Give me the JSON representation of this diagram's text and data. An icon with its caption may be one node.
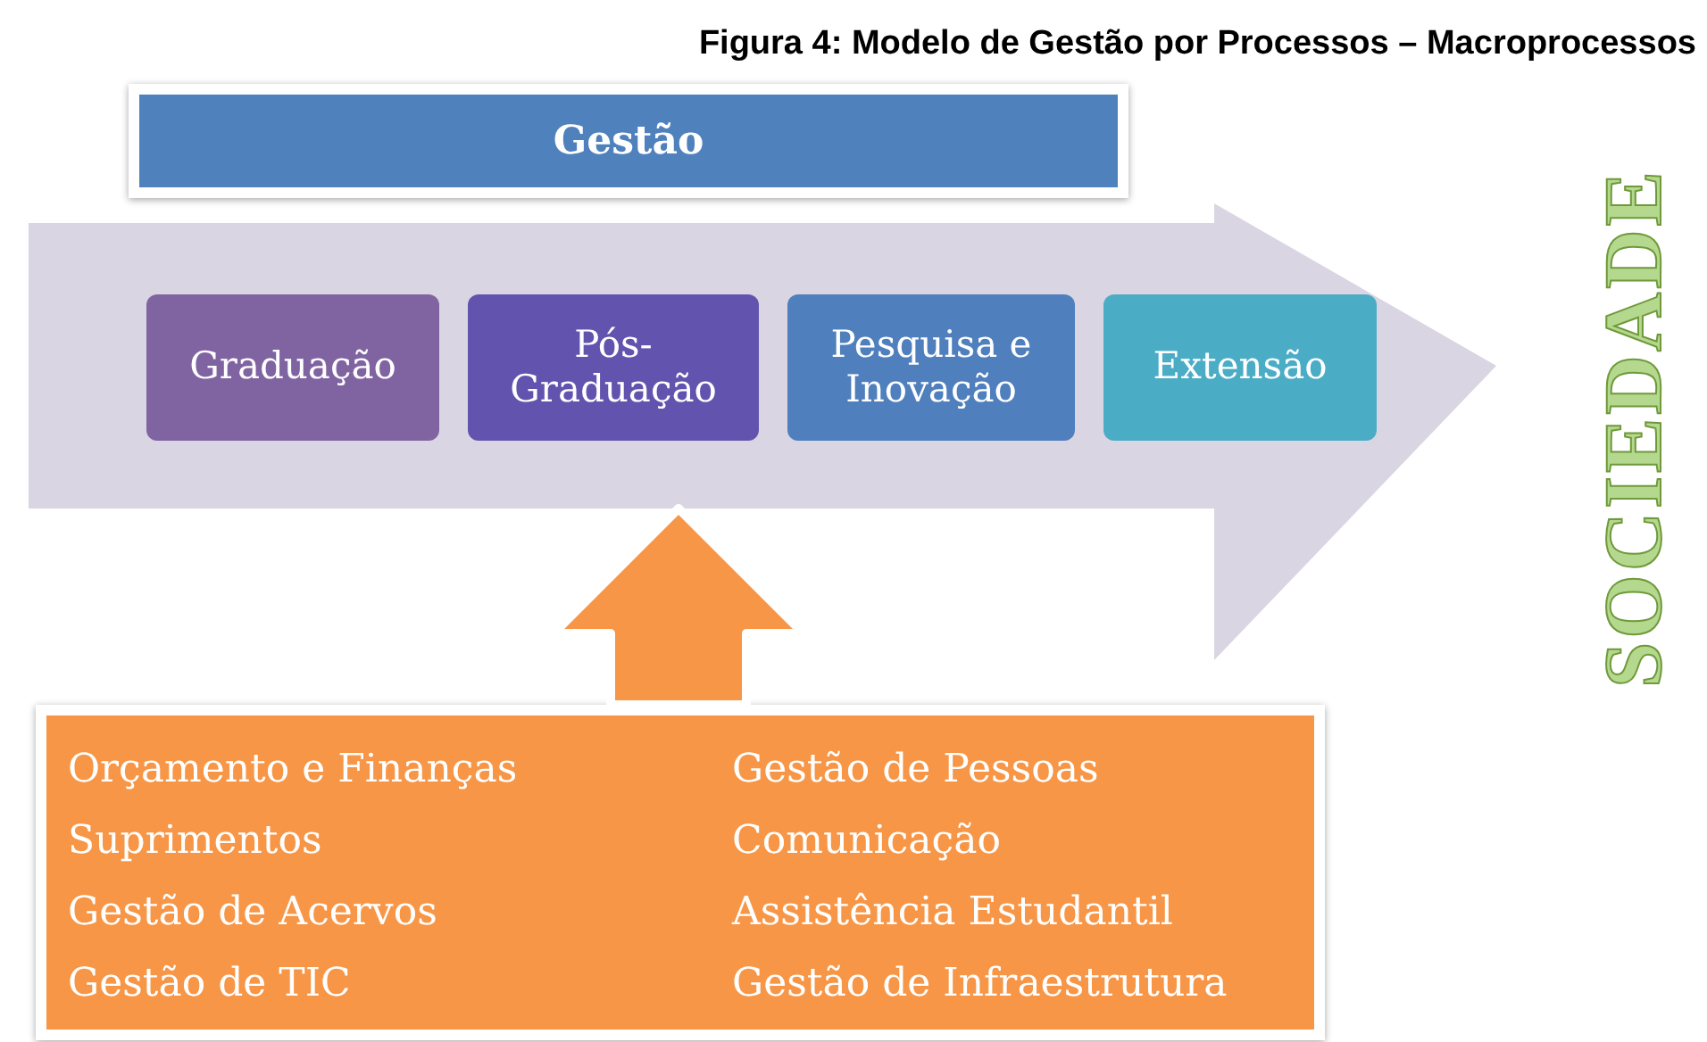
{
  "diagram": {
    "title": "Figura 4: Modelo de Gestão por Processos – Macroprocessos",
    "nodes": [
      {
        "text": [
          "Gestão"
        ]
      },
      {
        "text": [],
        "shape": "arrow"
      },
      {
        "text": [
          "Graduação"
        ],
        "in": 1
      },
      {
        "text": [
          "Pós-Graduação"
        ],
        "in": 1
      },
      {
        "text": [
          "Pesquisa e Inovação"
        ],
        "in": 1
      },
      {
        "text": [
          "Extensão"
        ],
        "in": 1
      },
      {
        "text": [
          "Orçamento e Finanças",
          "Suprimentos",
          "Gestão de Acervos",
          "Gestão de TIC",
          "Gestão de Pessoas",
          "Comunicação",
          "Assistência Estudantil",
          "Gestão de Infraestrutura"
        ]
      }
    ],
    "edges": [
      {
        "from": 6,
        "to": 1,
        "arrow": "to"
      }
    ],
    "labels": [
      "SOCIEDADE"
    ]
  }
}
